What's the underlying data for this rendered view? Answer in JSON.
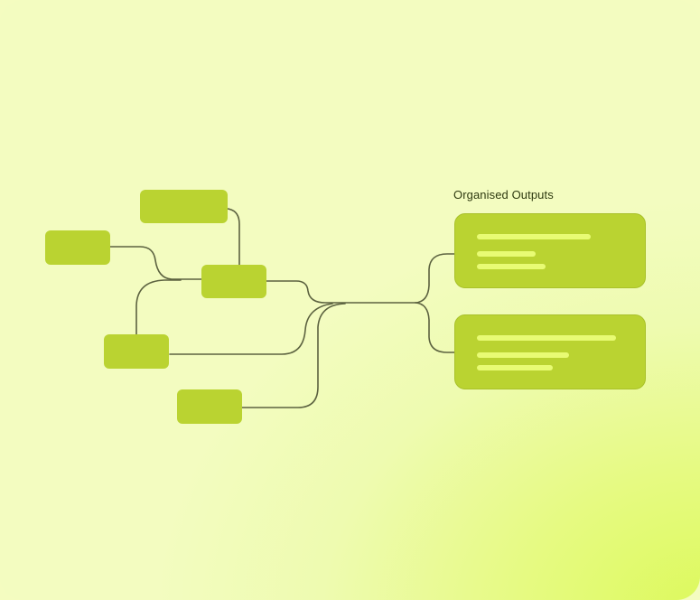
{
  "diagram": {
    "type": "flow-to-outputs",
    "colors": {
      "background_light": "#f3fcc0",
      "background_accent": "#dcf95a",
      "node_fill": "#bad331",
      "text_line": "#e8fb74",
      "connector": "#5c6240",
      "title_text": "#2e3a10"
    },
    "output_section": {
      "title": "Organised Outputs",
      "cards": [
        {
          "id": "output-1",
          "placeholder_lines": 3
        },
        {
          "id": "output-2",
          "placeholder_lines": 3
        }
      ]
    },
    "input_nodes": [
      {
        "id": "node-top",
        "label": ""
      },
      {
        "id": "node-left",
        "label": ""
      },
      {
        "id": "node-center",
        "label": ""
      },
      {
        "id": "node-mid-left",
        "label": ""
      },
      {
        "id": "node-bottom",
        "label": ""
      }
    ]
  }
}
